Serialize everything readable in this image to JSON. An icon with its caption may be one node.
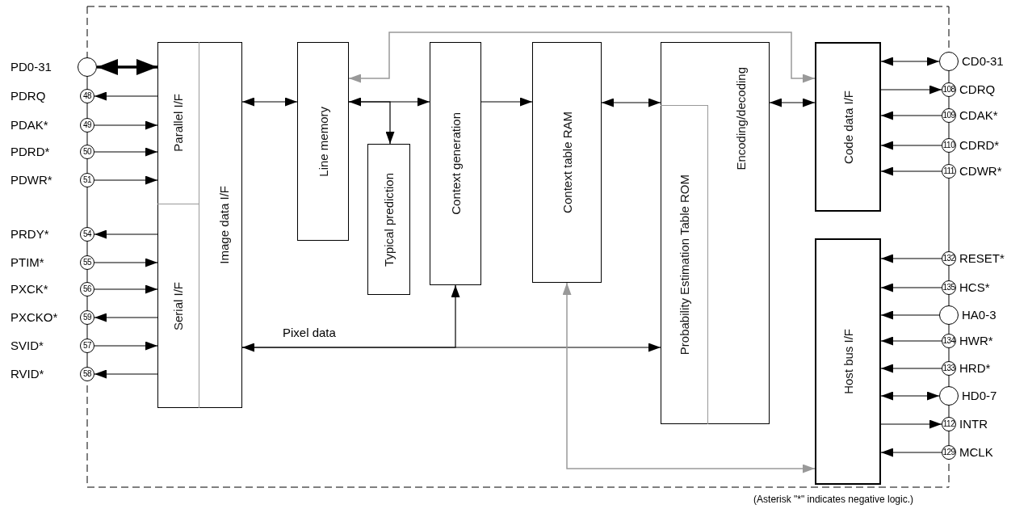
{
  "diagram": {
    "nodes": [
      {
        "text": [],
        "shape": "circle",
        "beside": [
          "PD0-31"
        ]
      },
      {
        "text": [
          "48"
        ],
        "beside": [
          "PDRQ"
        ]
      },
      {
        "text": [
          "49"
        ],
        "beside": [
          "PDAK*"
        ]
      },
      {
        "text": [
          "50"
        ],
        "beside": [
          "PDRD*"
        ]
      },
      {
        "text": [
          "51"
        ],
        "beside": [
          "PDWR*"
        ]
      },
      {
        "text": [
          "54"
        ],
        "beside": [
          "PRDY*"
        ]
      },
      {
        "text": [
          "55"
        ],
        "beside": [
          "PTIM*"
        ]
      },
      {
        "text": [
          "56"
        ],
        "beside": [
          "PXCK*"
        ]
      },
      {
        "text": [
          "59"
        ],
        "beside": [
          "PXCKO*"
        ]
      },
      {
        "text": [
          "57"
        ],
        "beside": [
          "SVID*"
        ]
      },
      {
        "text": [
          "58"
        ],
        "beside": [
          "RVID*"
        ]
      },
      {
        "text": [
          "Image data I/F"
        ]
      },
      {
        "text": [
          "Parallel I/F"
        ],
        "in": 11
      },
      {
        "text": [
          "Serial I/F"
        ],
        "in": 11
      },
      {
        "text": [
          "Line memory"
        ]
      },
      {
        "text": [
          "Typical prediction"
        ]
      },
      {
        "text": [
          "Context generation"
        ]
      },
      {
        "text": [
          "Context table RAM"
        ]
      },
      {
        "text": [
          "Encoding/decoding"
        ]
      },
      {
        "text": [
          "Probability Estimation Table ROM"
        ],
        "in": 18
      },
      {
        "text": [
          "Code data I/F"
        ]
      },
      {
        "text": [
          "Host bus I/F"
        ]
      },
      {
        "text": [],
        "shape": "circle",
        "beside": [
          "CD0-31"
        ]
      },
      {
        "text": [
          "108"
        ],
        "beside": [
          "CDRQ"
        ]
      },
      {
        "text": [
          "109"
        ],
        "beside": [
          "CDAK*"
        ]
      },
      {
        "text": [
          "110"
        ],
        "beside": [
          "CDRD*"
        ]
      },
      {
        "text": [
          "111"
        ],
        "beside": [
          "CDWR*"
        ]
      },
      {
        "text": [
          "132"
        ],
        "beside": [
          "RESET*"
        ]
      },
      {
        "text": [
          "135"
        ],
        "beside": [
          "HCS*"
        ]
      },
      {
        "text": [],
        "shape": "circle",
        "beside": [
          "HA0-3"
        ]
      },
      {
        "text": [
          "134"
        ],
        "beside": [
          "HWR*"
        ]
      },
      {
        "text": [
          "133"
        ],
        "beside": [
          "HRD*"
        ]
      },
      {
        "text": [],
        "shape": "circle",
        "beside": [
          "HD0-7"
        ]
      },
      {
        "text": [
          "112"
        ],
        "beside": [
          "INTR"
        ]
      },
      {
        "text": [
          "129"
        ],
        "beside": [
          "MCLK"
        ]
      }
    ],
    "edges": [
      {
        "from": 0,
        "to": 12,
        "arrow": "both",
        "style": "thick"
      },
      {
        "from": 12,
        "to": 1,
        "arrow": "to"
      },
      {
        "from": 2,
        "to": 12,
        "arrow": "to"
      },
      {
        "from": 3,
        "to": 12,
        "arrow": "to"
      },
      {
        "from": 4,
        "to": 12,
        "arrow": "to"
      },
      {
        "from": 13,
        "to": 5,
        "arrow": "to"
      },
      {
        "from": 6,
        "to": 13,
        "arrow": "to"
      },
      {
        "from": 7,
        "to": 13,
        "arrow": "to"
      },
      {
        "from": 13,
        "to": 8,
        "arrow": "to"
      },
      {
        "from": 9,
        "to": 13,
        "arrow": "to"
      },
      {
        "from": 13,
        "to": 10,
        "arrow": "to"
      },
      {
        "from": 11,
        "to": 14,
        "arrow": "both"
      },
      {
        "from": 14,
        "to": 16,
        "arrow": "both"
      },
      {
        "from": 14,
        "to": 15,
        "arrow": "to"
      },
      {
        "from": 16,
        "to": 17,
        "arrow": "to"
      },
      {
        "from": 17,
        "to": 18,
        "arrow": "both"
      },
      {
        "from": 18,
        "to": 20,
        "arrow": "both"
      },
      {
        "from": 14,
        "to": 20,
        "arrow": "both",
        "color": "#999999"
      },
      {
        "from": 11,
        "to": 19,
        "arrow": "both",
        "label": "Pixel data"
      },
      {
        "from": 11,
        "to": 16,
        "arrow": "to"
      },
      {
        "from": 17,
        "to": 21,
        "arrow": "both",
        "color": "#999999"
      },
      {
        "from": 20,
        "to": 22,
        "arrow": "both"
      },
      {
        "from": 20,
        "to": 23,
        "arrow": "to"
      },
      {
        "from": 24,
        "to": 20,
        "arrow": "to"
      },
      {
        "from": 25,
        "to": 20,
        "arrow": "to"
      },
      {
        "from": 26,
        "to": 20,
        "arrow": "to"
      },
      {
        "from": 27,
        "to": 21,
        "arrow": "to"
      },
      {
        "from": 28,
        "to": 21,
        "arrow": "to"
      },
      {
        "from": 29,
        "to": 21,
        "arrow": "to"
      },
      {
        "from": 30,
        "to": 21,
        "arrow": "to"
      },
      {
        "from": 31,
        "to": 21,
        "arrow": "to"
      },
      {
        "from": 21,
        "to": 32,
        "arrow": "both"
      },
      {
        "from": 21,
        "to": 33,
        "arrow": "to"
      },
      {
        "from": 34,
        "to": 21,
        "arrow": "to"
      }
    ],
    "labels": [
      "(Asterisk \"*\" indicates negative logic.)"
    ]
  }
}
